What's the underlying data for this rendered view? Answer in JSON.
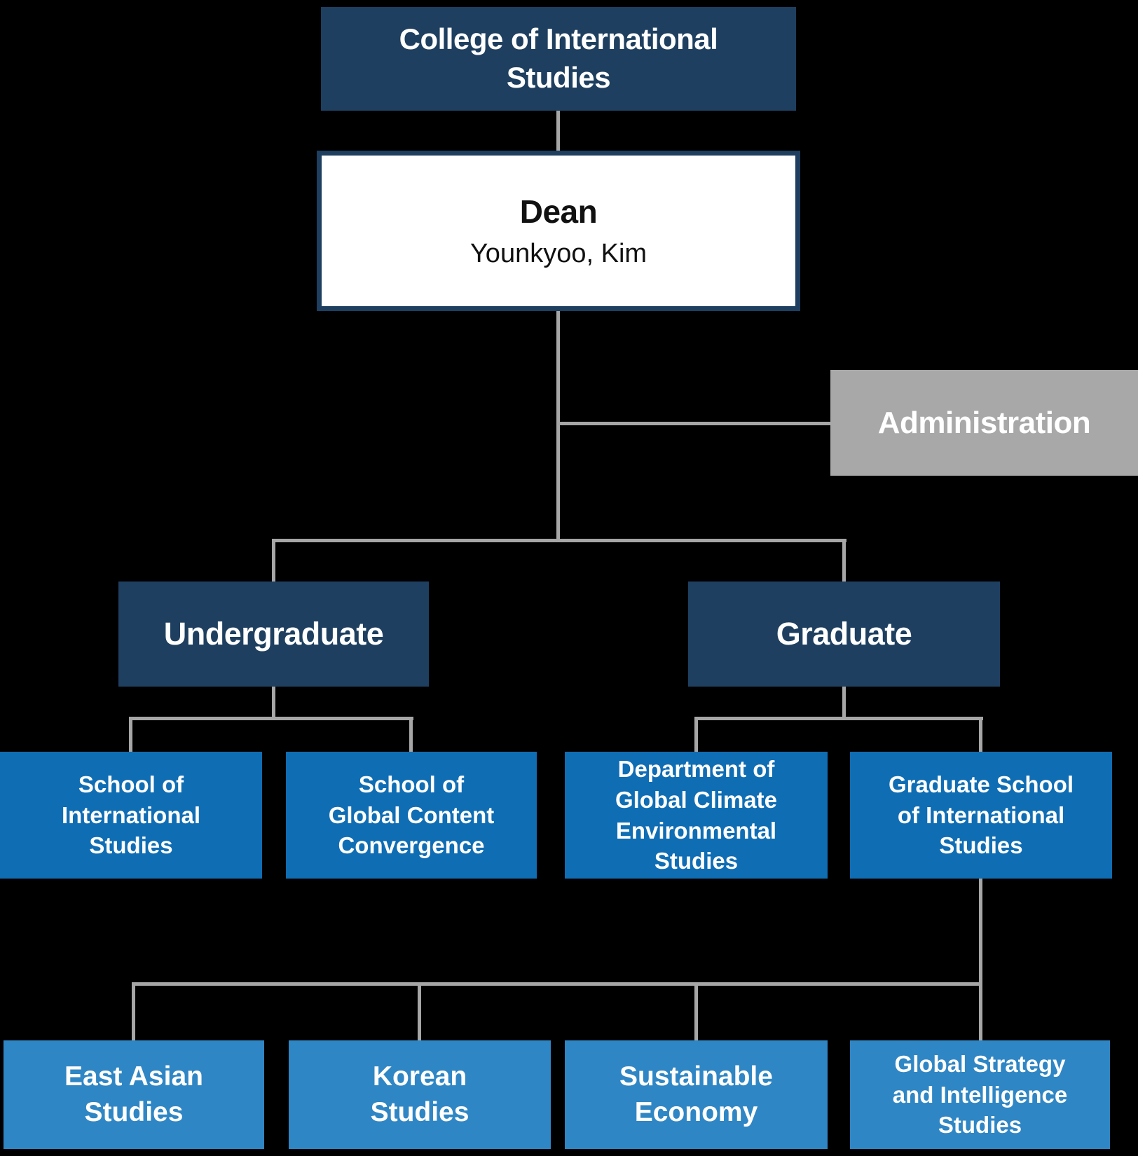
{
  "theme": {
    "background": "#000000",
    "navy": "#1e3f5f",
    "blue": "#0f6db4",
    "light_blue": "#2f86c4",
    "gray": "#a8a8a8",
    "connector": "#a6a6a6",
    "box_text": "#ffffff",
    "dean_bg": "#ffffff",
    "dean_text": "#111111"
  },
  "nodes": {
    "college": {
      "label": "College of International\nStudies"
    },
    "dean": {
      "title": "Dean",
      "name": "Younkyoo, Kim"
    },
    "administration": {
      "label": "Administration"
    },
    "undergraduate": {
      "label": "Undergraduate"
    },
    "graduate": {
      "label": "Graduate"
    },
    "school_international": {
      "label": "School of\nInternational\nStudies"
    },
    "school_global_content": {
      "label": "School of\nGlobal Content\nConvergence"
    },
    "dept_global_climate": {
      "label": "Department of\nGlobal Climate\nEnvironmental\nStudies"
    },
    "graduate_school_intl": {
      "label": "Graduate School\nof International\nStudies"
    },
    "east_asian": {
      "label": "East Asian\nStudies"
    },
    "korean": {
      "label": "Korean\nStudies"
    },
    "sustainable_economy": {
      "label": "Sustainable\nEconomy"
    },
    "global_strategy": {
      "label": "Global Strategy\nand Intelligence\nStudies"
    }
  }
}
